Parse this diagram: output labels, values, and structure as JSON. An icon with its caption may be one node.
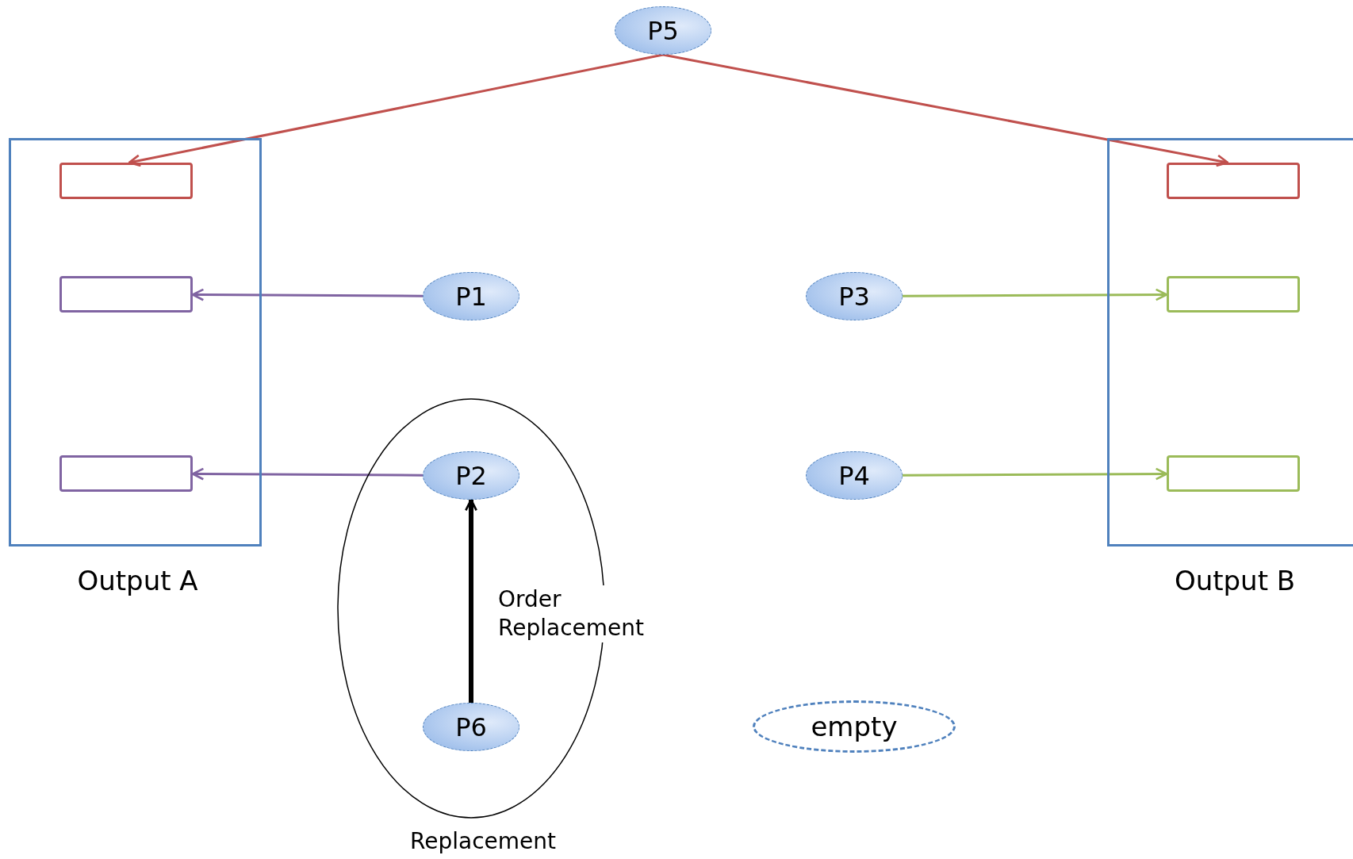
{
  "diagram": {
    "nodes": [
      {
        "text": [
          "Output A"
        ]
      },
      {
        "text": [],
        "shape": "box",
        "in": 0
      },
      {
        "text": [],
        "shape": "box",
        "in": 0
      },
      {
        "text": [],
        "shape": "box",
        "in": 0
      },
      {
        "text": [
          "Output B"
        ]
      },
      {
        "text": [],
        "shape": "box",
        "in": 4
      },
      {
        "text": [],
        "shape": "box",
        "in": 4
      },
      {
        "text": [],
        "shape": "box",
        "in": 4
      },
      {
        "text": [
          "P5"
        ]
      },
      {
        "text": [
          "P1"
        ]
      },
      {
        "text": [
          "P3"
        ]
      },
      {
        "text": [
          "Replacement"
        ]
      },
      {
        "text": [
          "P2"
        ],
        "in": 11
      },
      {
        "text": [
          "P6"
        ],
        "in": 11
      },
      {
        "text": [
          "P4"
        ]
      },
      {
        "text": [
          "empty"
        ]
      }
    ],
    "edges": [
      {
        "from": 8,
        "to": 1,
        "arrow": "to",
        "color": "#c0504d"
      },
      {
        "from": 8,
        "to": 5,
        "arrow": "to",
        "color": "#c0504d"
      },
      {
        "from": 9,
        "to": 2,
        "arrow": "to",
        "color": "#8064a2"
      },
      {
        "from": 12,
        "to": 3,
        "arrow": "to",
        "color": "#8064a2"
      },
      {
        "from": 10,
        "to": 6,
        "arrow": "to",
        "color": "#9bbb59"
      },
      {
        "from": 14,
        "to": 7,
        "arrow": "to",
        "color": "#9bbb59"
      },
      {
        "from": 13,
        "to": 12,
        "arrow": "to",
        "label": "Order Replacement",
        "style": "thick",
        "color": "#000000"
      }
    ]
  }
}
